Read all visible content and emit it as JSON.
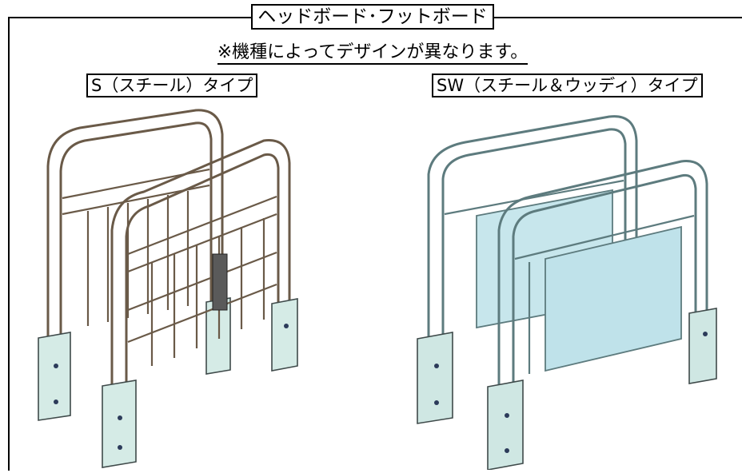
{
  "title": "ヘッドボード･フットボード",
  "note": "※機種によってデザインが異なります。",
  "types": [
    {
      "label": "S（スチール）タイプ"
    },
    {
      "label": "SW（スチール＆ウッディ）タイプ"
    }
  ],
  "colors": {
    "frame": "#000000",
    "steel_outline": "#6a5a48",
    "leg_cover": "#cfe7e3",
    "wood_panel": "#bfe2ea"
  }
}
